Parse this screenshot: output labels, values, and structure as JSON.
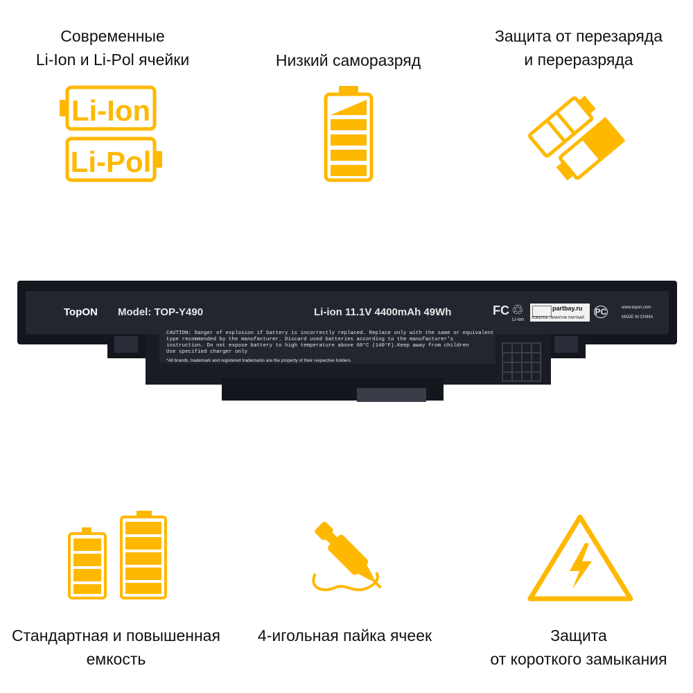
{
  "colors": {
    "accent": "#ffb800",
    "battery": "#14161d",
    "label": "#24262f"
  },
  "features": {
    "li_cells": {
      "line1": "Современные",
      "line2": "Li-Ion и Li-Pol ячейки",
      "badge1": "Li-Ion",
      "badge2": "Li-Pol"
    },
    "low_discharge": {
      "line1": "Низкий саморазряд"
    },
    "protection": {
      "line1": "Защита от перезаряда",
      "line2": "и переразряда"
    },
    "capacity": {
      "line1": "Стандартная и повышенная",
      "line2": "емкость"
    },
    "soldering": {
      "line1": "4-игольная пайка ячеек"
    },
    "short_circuit": {
      "line1": "Защита",
      "line2": "от короткого замыкания"
    }
  },
  "battery_label": {
    "brand": "TopON",
    "model": "Model: TOP-Y490",
    "specs": "Li-ion 11.1V 4400mAh 49Wh",
    "fc": "FC",
    "li_ion": "Li-ion",
    "partbay": "partbay.ru",
    "partbay_sub": "ЛОВЕРИЕ ГАРАНТИЯ ПАРТБАЙ",
    "website": "www.topon.com",
    "made_in": "MADE IN CHINA",
    "caution1": "CAUTION: Danger of explosion if battery is incorrectly replaced. Replace only with the same  or equivalent",
    "caution2": "type recommended by the manufacturer. Discard used batteries according to the manufacturer's",
    "caution3": "instruction. Do not expose battery to high temperature above 60°C  (140°F).Keep away from children",
    "caution4": "Use specified charger only",
    "trademark": "*All brands, trademark and registered trademarks are the property of their respective holders"
  }
}
